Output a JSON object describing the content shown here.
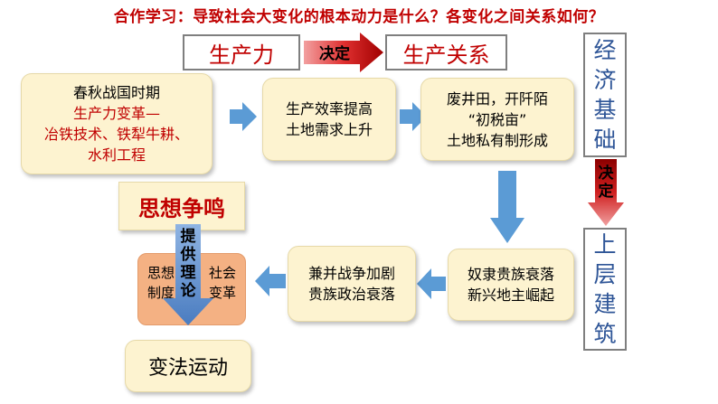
{
  "title": "合作学习：导致社会大变化的根本动力是什么？各变化之间关系如何？",
  "header": {
    "productive_forces": "生产力",
    "decides_1": "决定",
    "relations_of_production": "生产关系"
  },
  "economic_base": [
    "经",
    "济",
    "基",
    "础"
  ],
  "decides_2": [
    "决",
    "定"
  ],
  "superstructure": [
    "上",
    "层",
    "建",
    "筑"
  ],
  "boxes": {
    "spring_autumn": {
      "line1": "春秋战国时期",
      "line2": "生产力变革—",
      "line3": "冶铁技术、铁犁牛耕、",
      "line4": "水利工程"
    },
    "efficiency": {
      "line1": "生产效率提高",
      "line2": "土地需求上升"
    },
    "land": {
      "line1": "废井田，开阡陌",
      "line2": "“初税亩”",
      "line3": "土地私有制形成"
    },
    "slave": {
      "line1": "奴隶贵族衰落",
      "line2": "新兴地主崛起"
    },
    "war": {
      "line1": "兼并战争加剧",
      "line2": "贵族政治衰落"
    },
    "thought_change": {
      "left1": "思想",
      "left2": "制度",
      "right1": "社会",
      "right2": "变革"
    },
    "hundred_schools": "思想争鸣",
    "reform": "变法运动"
  },
  "provide_theory": [
    "提",
    "供",
    "理",
    "论"
  ],
  "colors": {
    "accent_red": "#c00000",
    "arrow_blue": "#5b9bd5",
    "card_fill": "#fdf3d0",
    "pink_fill": "#f4b183",
    "text_blue": "#2e5597"
  }
}
